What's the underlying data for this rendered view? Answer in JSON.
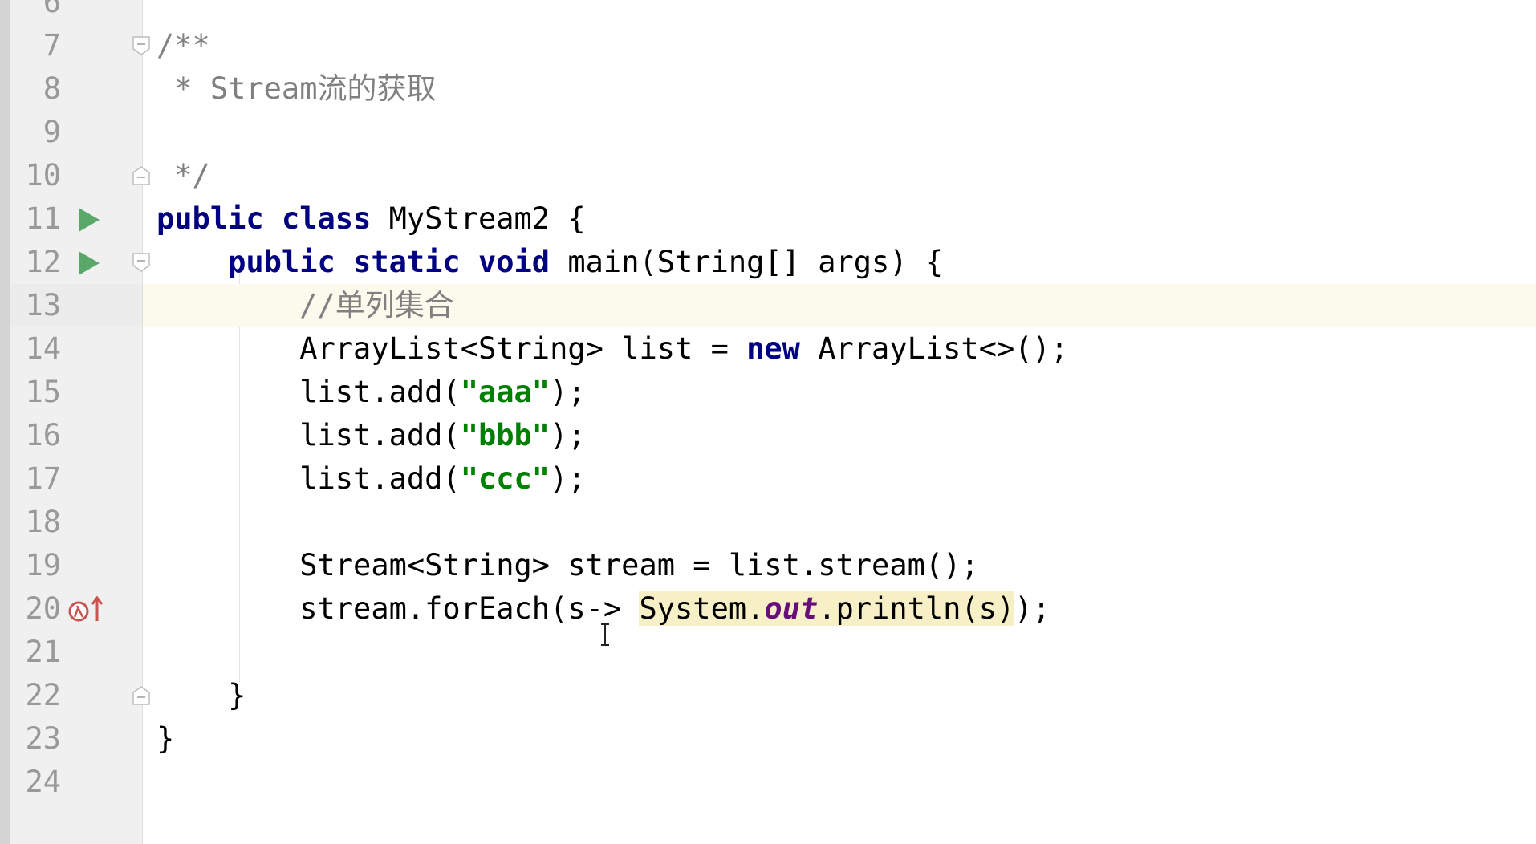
{
  "editor": {
    "lines": [
      {
        "number": "6"
      },
      {
        "number": "7",
        "comment": "/**"
      },
      {
        "number": "8",
        "comment": " * Stream流的获取"
      },
      {
        "number": "9",
        "comment": ""
      },
      {
        "number": "10",
        "comment": " */"
      },
      {
        "number": "11",
        "kw1": "public",
        "kw2": "class",
        "rest": " MyStream2 {"
      },
      {
        "number": "12",
        "indent": "    ",
        "kw1": "public",
        "kw2": "static",
        "kw3": "void",
        "rest": " main(String[] args) {"
      },
      {
        "number": "13",
        "indent": "        ",
        "comment": "//单列集合"
      },
      {
        "number": "14",
        "indent": "        ",
        "pre": "ArrayList<String> list = ",
        "kw": "new",
        "post": " ArrayList<>();"
      },
      {
        "number": "15",
        "indent": "        ",
        "pre": "list.add(",
        "str": "\"aaa\"",
        "post": ");"
      },
      {
        "number": "16",
        "indent": "        ",
        "pre": "list.add(",
        "str": "\"bbb\"",
        "post": ");"
      },
      {
        "number": "17",
        "indent": "        ",
        "pre": "list.add(",
        "str": "\"ccc\"",
        "post": ");"
      },
      {
        "number": "18"
      },
      {
        "number": "19",
        "indent": "        ",
        "text": "Stream<String> stream = list.stream();"
      },
      {
        "number": "20",
        "indent": "        ",
        "pre": "stream.forEach(s-> ",
        "hl_pre": "System.",
        "field": "out",
        "hl_post": ".println(s)",
        "post": ");"
      },
      {
        "number": "21"
      },
      {
        "number": "22",
        "indent": "    ",
        "text": "}"
      },
      {
        "number": "23",
        "text": "}"
      },
      {
        "number": "24"
      }
    ],
    "icons": {
      "run": "run-icon",
      "fold": "fold-icon",
      "lambda": "lambda-icon",
      "cursor": "text-cursor-icon"
    },
    "colors": {
      "keyword": "#000080",
      "string": "#008000",
      "comment": "#808080",
      "field": "#660e7a",
      "current_line": "#fcfaed",
      "run_icon": "#59a869"
    }
  }
}
